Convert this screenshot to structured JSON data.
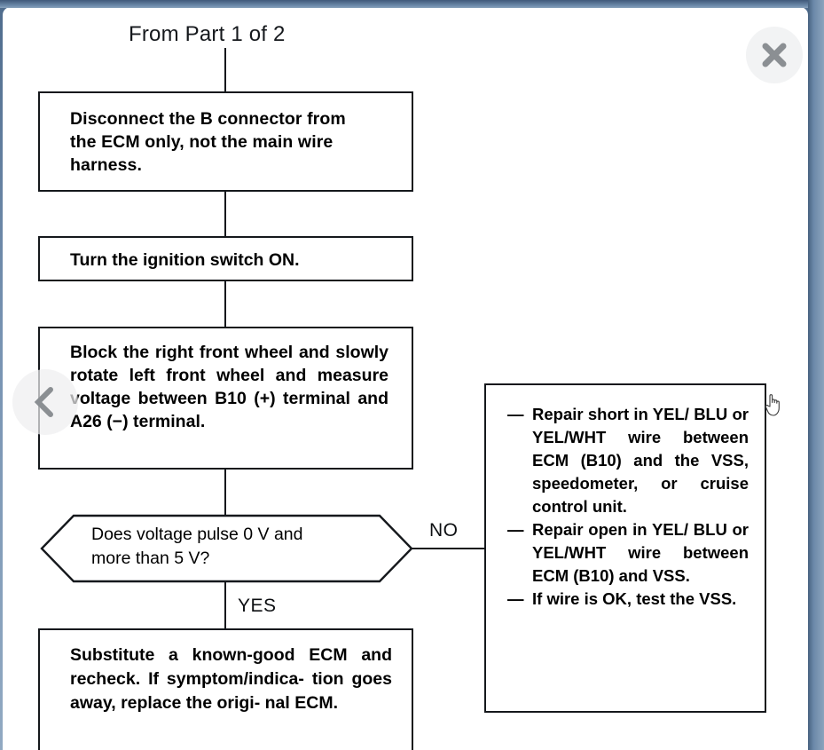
{
  "viewer": {
    "close_icon": "close-icon",
    "prev_icon": "chevron-left-icon",
    "cursor_icon": "pointer-hand-cursor"
  },
  "diagram": {
    "header": "From Part 1 of 2",
    "nodes": {
      "disconnect": "Disconnect the B connector from\nthe ECM only, not the main wire\nharness.",
      "ignition": "Turn the ignition switch ON.",
      "block_line1": "Block the right front wheel and",
      "block_line2": "slowly rotate left front wheel and",
      "block_line3": "measure voltage between B10",
      "block_line4": "(+) terminal and A26 (−)",
      "block_line5": "terminal.",
      "decision": "Does voltage pulse 0 V and\nmore than 5 V?",
      "substitute_line1": "Substitute a known-good ECM",
      "substitute_line2": "and recheck. If symptom/indica-",
      "substitute_line3": "tion goes away, replace the origi-",
      "substitute_line4": "nal ECM."
    },
    "edge_labels": {
      "no": "NO",
      "yes": "YES"
    },
    "repair_box": {
      "dash": "—",
      "items": [
        {
          "line1": "Repair short in YEL/",
          "line2": "BLU or YEL/WHT",
          "line3": "wire between ECM",
          "line4": "(B10) and the VSS,",
          "line5": "speedometer, or",
          "line6": "cruise control unit."
        },
        {
          "line1": "Repair open in YEL/",
          "line2": "BLU or YEL/WHT",
          "line3": "wire between ECM",
          "line4": "(B10) and VSS.",
          "line5": "",
          "line6": ""
        },
        {
          "line1": "If wire is OK, test the",
          "line2": "VSS.",
          "line3": "",
          "line4": "",
          "line5": "",
          "line6": ""
        }
      ]
    }
  },
  "colors": {
    "frame": "#6d8aaa",
    "ink": "#15181c",
    "paper": "#ffffff",
    "overlay_icon": "#8b8f93"
  }
}
